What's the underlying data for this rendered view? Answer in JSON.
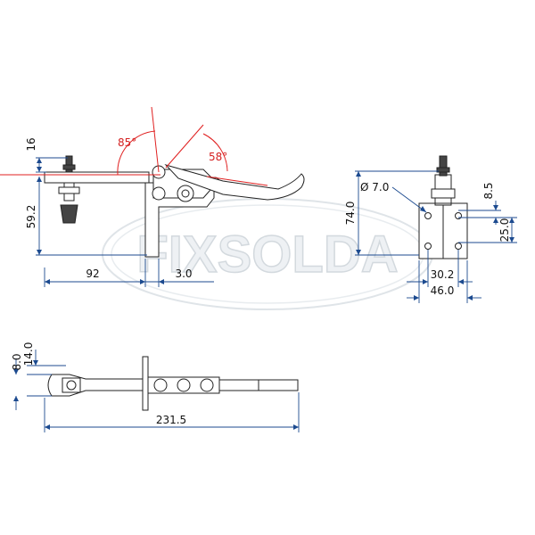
{
  "watermark": {
    "text": "FIXSOLDA"
  },
  "dimensions": {
    "side_height_top": "16",
    "side_height_bottom": "59.2",
    "side_width_left": "92",
    "side_width_right": "3.0",
    "hole_diameter": "Ø 7.0",
    "front_height": "74.0",
    "front_offset_small": "8.5",
    "front_offset_large": "25.0",
    "front_width_inner": "30.2",
    "front_width_outer": "46.0",
    "top_height_outer": "14.0",
    "top_height_inner": "8.0",
    "top_length": "231.5"
  },
  "angles": {
    "opening_angle": "85°",
    "handle_angle": "58°"
  },
  "colors": {
    "dimension_lines": "#1c4a8f",
    "angle_lines": "#e02020",
    "outline": "#222222",
    "watermark": "#d3d9de"
  }
}
